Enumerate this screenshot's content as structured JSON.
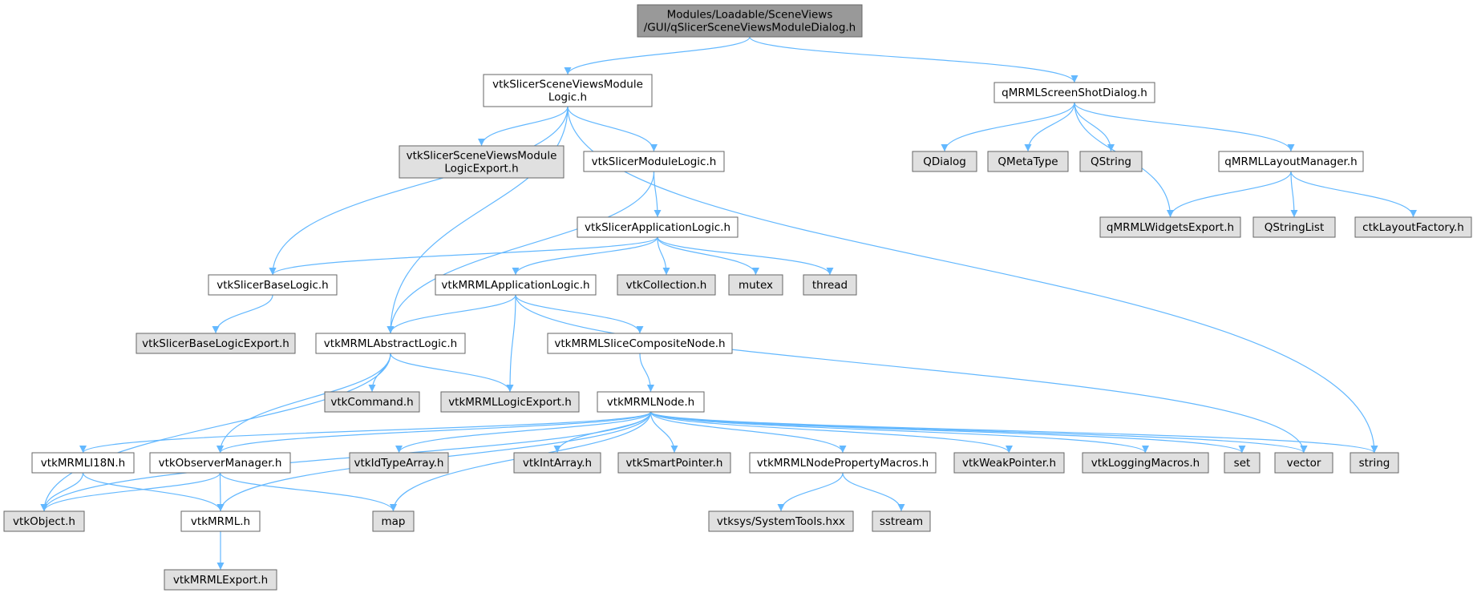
{
  "graph": {
    "title": "Include dependency graph",
    "colors": {
      "root_fill": "#999999",
      "node_fill": "#ffffff",
      "external_fill": "#e0e0e0",
      "border": "#666666",
      "edge": "#63b8ff",
      "text": "#000000"
    },
    "nodes": [
      {
        "id": "root",
        "kind": "root",
        "lines": [
          "Modules/Loadable/SceneViews",
          "/GUI/qSlicerSceneViewsModuleDialog.h"
        ]
      },
      {
        "id": "svlogic",
        "kind": "node",
        "lines": [
          "vtkSlicerSceneViewsModule",
          "Logic.h"
        ]
      },
      {
        "id": "screenshot",
        "kind": "node",
        "lines": [
          "qMRMLScreenShotDialog.h"
        ]
      },
      {
        "id": "svlogicexport",
        "kind": "external",
        "lines": [
          "vtkSlicerSceneViewsModule",
          "LogicExport.h"
        ]
      },
      {
        "id": "modulelogic",
        "kind": "node",
        "lines": [
          "vtkSlicerModuleLogic.h"
        ]
      },
      {
        "id": "qdialog",
        "kind": "external",
        "lines": [
          "QDialog"
        ]
      },
      {
        "id": "qmetatype",
        "kind": "external",
        "lines": [
          "QMetaType"
        ]
      },
      {
        "id": "qstring",
        "kind": "external",
        "lines": [
          "QString"
        ]
      },
      {
        "id": "layoutmgr",
        "kind": "node",
        "lines": [
          "qMRMLLayoutManager.h"
        ]
      },
      {
        "id": "applogic",
        "kind": "node",
        "lines": [
          "vtkSlicerApplicationLogic.h"
        ]
      },
      {
        "id": "widgetsexport",
        "kind": "external",
        "lines": [
          "qMRMLWidgetsExport.h"
        ]
      },
      {
        "id": "qstringlist",
        "kind": "external",
        "lines": [
          "QStringList"
        ]
      },
      {
        "id": "ctklayout",
        "kind": "external",
        "lines": [
          "ctkLayoutFactory.h"
        ]
      },
      {
        "id": "baselogic",
        "kind": "node",
        "lines": [
          "vtkSlicerBaseLogic.h"
        ]
      },
      {
        "id": "mrmlapplogic",
        "kind": "node",
        "lines": [
          "vtkMRMLApplicationLogic.h"
        ]
      },
      {
        "id": "vtkcollection",
        "kind": "external",
        "lines": [
          "vtkCollection.h"
        ]
      },
      {
        "id": "mutex",
        "kind": "external",
        "lines": [
          "mutex"
        ]
      },
      {
        "id": "thread",
        "kind": "external",
        "lines": [
          "thread"
        ]
      },
      {
        "id": "baselogicexport",
        "kind": "external",
        "lines": [
          "vtkSlicerBaseLogicExport.h"
        ]
      },
      {
        "id": "abstractlogic",
        "kind": "node",
        "lines": [
          "vtkMRMLAbstractLogic.h"
        ]
      },
      {
        "id": "slicecomposite",
        "kind": "node",
        "lines": [
          "vtkMRMLSliceCompositeNode.h"
        ]
      },
      {
        "id": "vtkcommand",
        "kind": "external",
        "lines": [
          "vtkCommand.h"
        ]
      },
      {
        "id": "logicexport",
        "kind": "external",
        "lines": [
          "vtkMRMLLogicExport.h"
        ]
      },
      {
        "id": "mrmlnode",
        "kind": "node",
        "lines": [
          "vtkMRMLNode.h"
        ]
      },
      {
        "id": "i18n",
        "kind": "node",
        "lines": [
          "vtkMRMLI18N.h"
        ]
      },
      {
        "id": "observer",
        "kind": "node",
        "lines": [
          "vtkObserverManager.h"
        ]
      },
      {
        "id": "idtypearray",
        "kind": "external",
        "lines": [
          "vtkIdTypeArray.h"
        ]
      },
      {
        "id": "intarray",
        "kind": "external",
        "lines": [
          "vtkIntArray.h"
        ]
      },
      {
        "id": "smartpointer",
        "kind": "external",
        "lines": [
          "vtkSmartPointer.h"
        ]
      },
      {
        "id": "propmacros",
        "kind": "node",
        "lines": [
          "vtkMRMLNodePropertyMacros.h"
        ]
      },
      {
        "id": "weakpointer",
        "kind": "external",
        "lines": [
          "vtkWeakPointer.h"
        ]
      },
      {
        "id": "loggingmacros",
        "kind": "external",
        "lines": [
          "vtkLoggingMacros.h"
        ]
      },
      {
        "id": "set",
        "kind": "external",
        "lines": [
          "set"
        ]
      },
      {
        "id": "vector",
        "kind": "external",
        "lines": [
          "vector"
        ]
      },
      {
        "id": "string",
        "kind": "external",
        "lines": [
          "string"
        ]
      },
      {
        "id": "vtkobject",
        "kind": "external",
        "lines": [
          "vtkObject.h"
        ]
      },
      {
        "id": "vtkmrml",
        "kind": "node",
        "lines": [
          "vtkMRML.h"
        ]
      },
      {
        "id": "map",
        "kind": "external",
        "lines": [
          "map"
        ]
      },
      {
        "id": "systemtools",
        "kind": "external",
        "lines": [
          "vtksys/SystemTools.hxx"
        ]
      },
      {
        "id": "sstream",
        "kind": "external",
        "lines": [
          "sstream"
        ]
      },
      {
        "id": "mrmlexport",
        "kind": "external",
        "lines": [
          "vtkMRMLExport.h"
        ]
      }
    ],
    "edges": [
      [
        "root",
        "svlogic"
      ],
      [
        "root",
        "screenshot"
      ],
      [
        "svlogic",
        "svlogicexport"
      ],
      [
        "svlogic",
        "modulelogic"
      ],
      [
        "svlogic",
        "baselogic"
      ],
      [
        "svlogic",
        "abstractlogic"
      ],
      [
        "svlogic",
        "string"
      ],
      [
        "screenshot",
        "qdialog"
      ],
      [
        "screenshot",
        "qmetatype"
      ],
      [
        "screenshot",
        "qstring"
      ],
      [
        "screenshot",
        "widgetsexport"
      ],
      [
        "screenshot",
        "layoutmgr"
      ],
      [
        "layoutmgr",
        "widgetsexport"
      ],
      [
        "layoutmgr",
        "qstringlist"
      ],
      [
        "layoutmgr",
        "ctklayout"
      ],
      [
        "modulelogic",
        "applogic"
      ],
      [
        "modulelogic",
        "abstractlogic"
      ],
      [
        "applogic",
        "baselogic"
      ],
      [
        "applogic",
        "mrmlapplogic"
      ],
      [
        "applogic",
        "vtkcollection"
      ],
      [
        "applogic",
        "mutex"
      ],
      [
        "applogic",
        "thread"
      ],
      [
        "baselogic",
        "baselogicexport"
      ],
      [
        "mrmlapplogic",
        "abstractlogic"
      ],
      [
        "mrmlapplogic",
        "logicexport"
      ],
      [
        "mrmlapplogic",
        "slicecomposite"
      ],
      [
        "mrmlapplogic",
        "vector"
      ],
      [
        "abstractlogic",
        "vtkobject"
      ],
      [
        "abstractlogic",
        "observer"
      ],
      [
        "abstractlogic",
        "vtkcommand"
      ],
      [
        "abstractlogic",
        "logicexport"
      ],
      [
        "slicecomposite",
        "mrmlnode"
      ],
      [
        "mrmlnode",
        "vtkobject"
      ],
      [
        "mrmlnode",
        "i18n"
      ],
      [
        "mrmlnode",
        "observer"
      ],
      [
        "mrmlnode",
        "vtkmrml"
      ],
      [
        "mrmlnode",
        "idtypearray"
      ],
      [
        "mrmlnode",
        "map"
      ],
      [
        "mrmlnode",
        "intarray"
      ],
      [
        "mrmlnode",
        "smartpointer"
      ],
      [
        "mrmlnode",
        "propmacros"
      ],
      [
        "mrmlnode",
        "weakpointer"
      ],
      [
        "mrmlnode",
        "loggingmacros"
      ],
      [
        "mrmlnode",
        "set"
      ],
      [
        "mrmlnode",
        "vector"
      ],
      [
        "mrmlnode",
        "string"
      ],
      [
        "i18n",
        "vtkobject"
      ],
      [
        "i18n",
        "vtkmrml"
      ],
      [
        "observer",
        "vtkobject"
      ],
      [
        "observer",
        "vtkmrml"
      ],
      [
        "observer",
        "map"
      ],
      [
        "propmacros",
        "systemtools"
      ],
      [
        "propmacros",
        "sstream"
      ],
      [
        "vtkmrml",
        "mrmlexport"
      ]
    ]
  }
}
